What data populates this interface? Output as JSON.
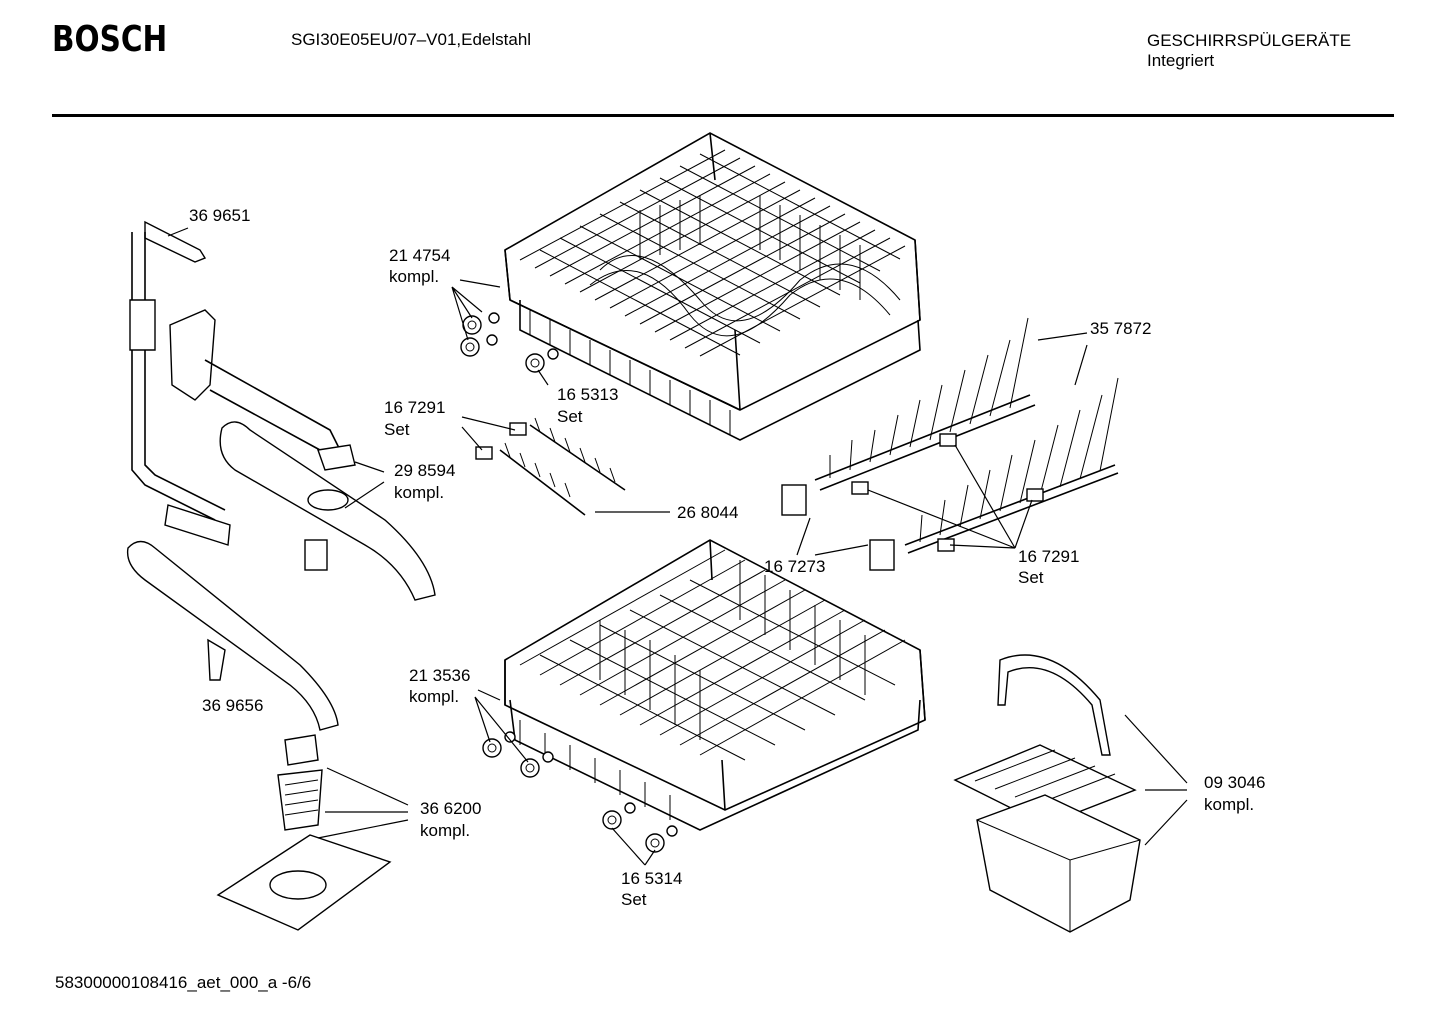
{
  "header": {
    "brand": "BOSCH",
    "model": "SGI30E05EU/07–V01,Edelstahl",
    "category_line1": "GESCHIRRSPÜLGERÄTE",
    "category_line2": "Integriert"
  },
  "parts": {
    "p369651": "36 9651",
    "p214754": "21 4754",
    "p214754_sub": "kompl.",
    "p165313": "16 5313",
    "p165313_sub": "Set",
    "p357872": "35 7872",
    "p167291a": "16 7291",
    "p167291a_sub": "Set",
    "p298594": "29 8594",
    "p298594_sub": "kompl.",
    "p268044": "26 8044",
    "p167273": "16 7273",
    "p167291b": "16 7291",
    "p167291b_sub": "Set",
    "p213536": "21 3536",
    "p213536_sub": "kompl.",
    "p369656": "36 9656",
    "p093046": "09 3046",
    "p093046_sub": "kompl.",
    "p366200": "36 6200",
    "p366200_sub": "kompl.",
    "p165314": "16 5314",
    "p165314_sub": "Set"
  },
  "footer": {
    "doc_id": "58300000108416_aet_000_a  -6/6"
  }
}
